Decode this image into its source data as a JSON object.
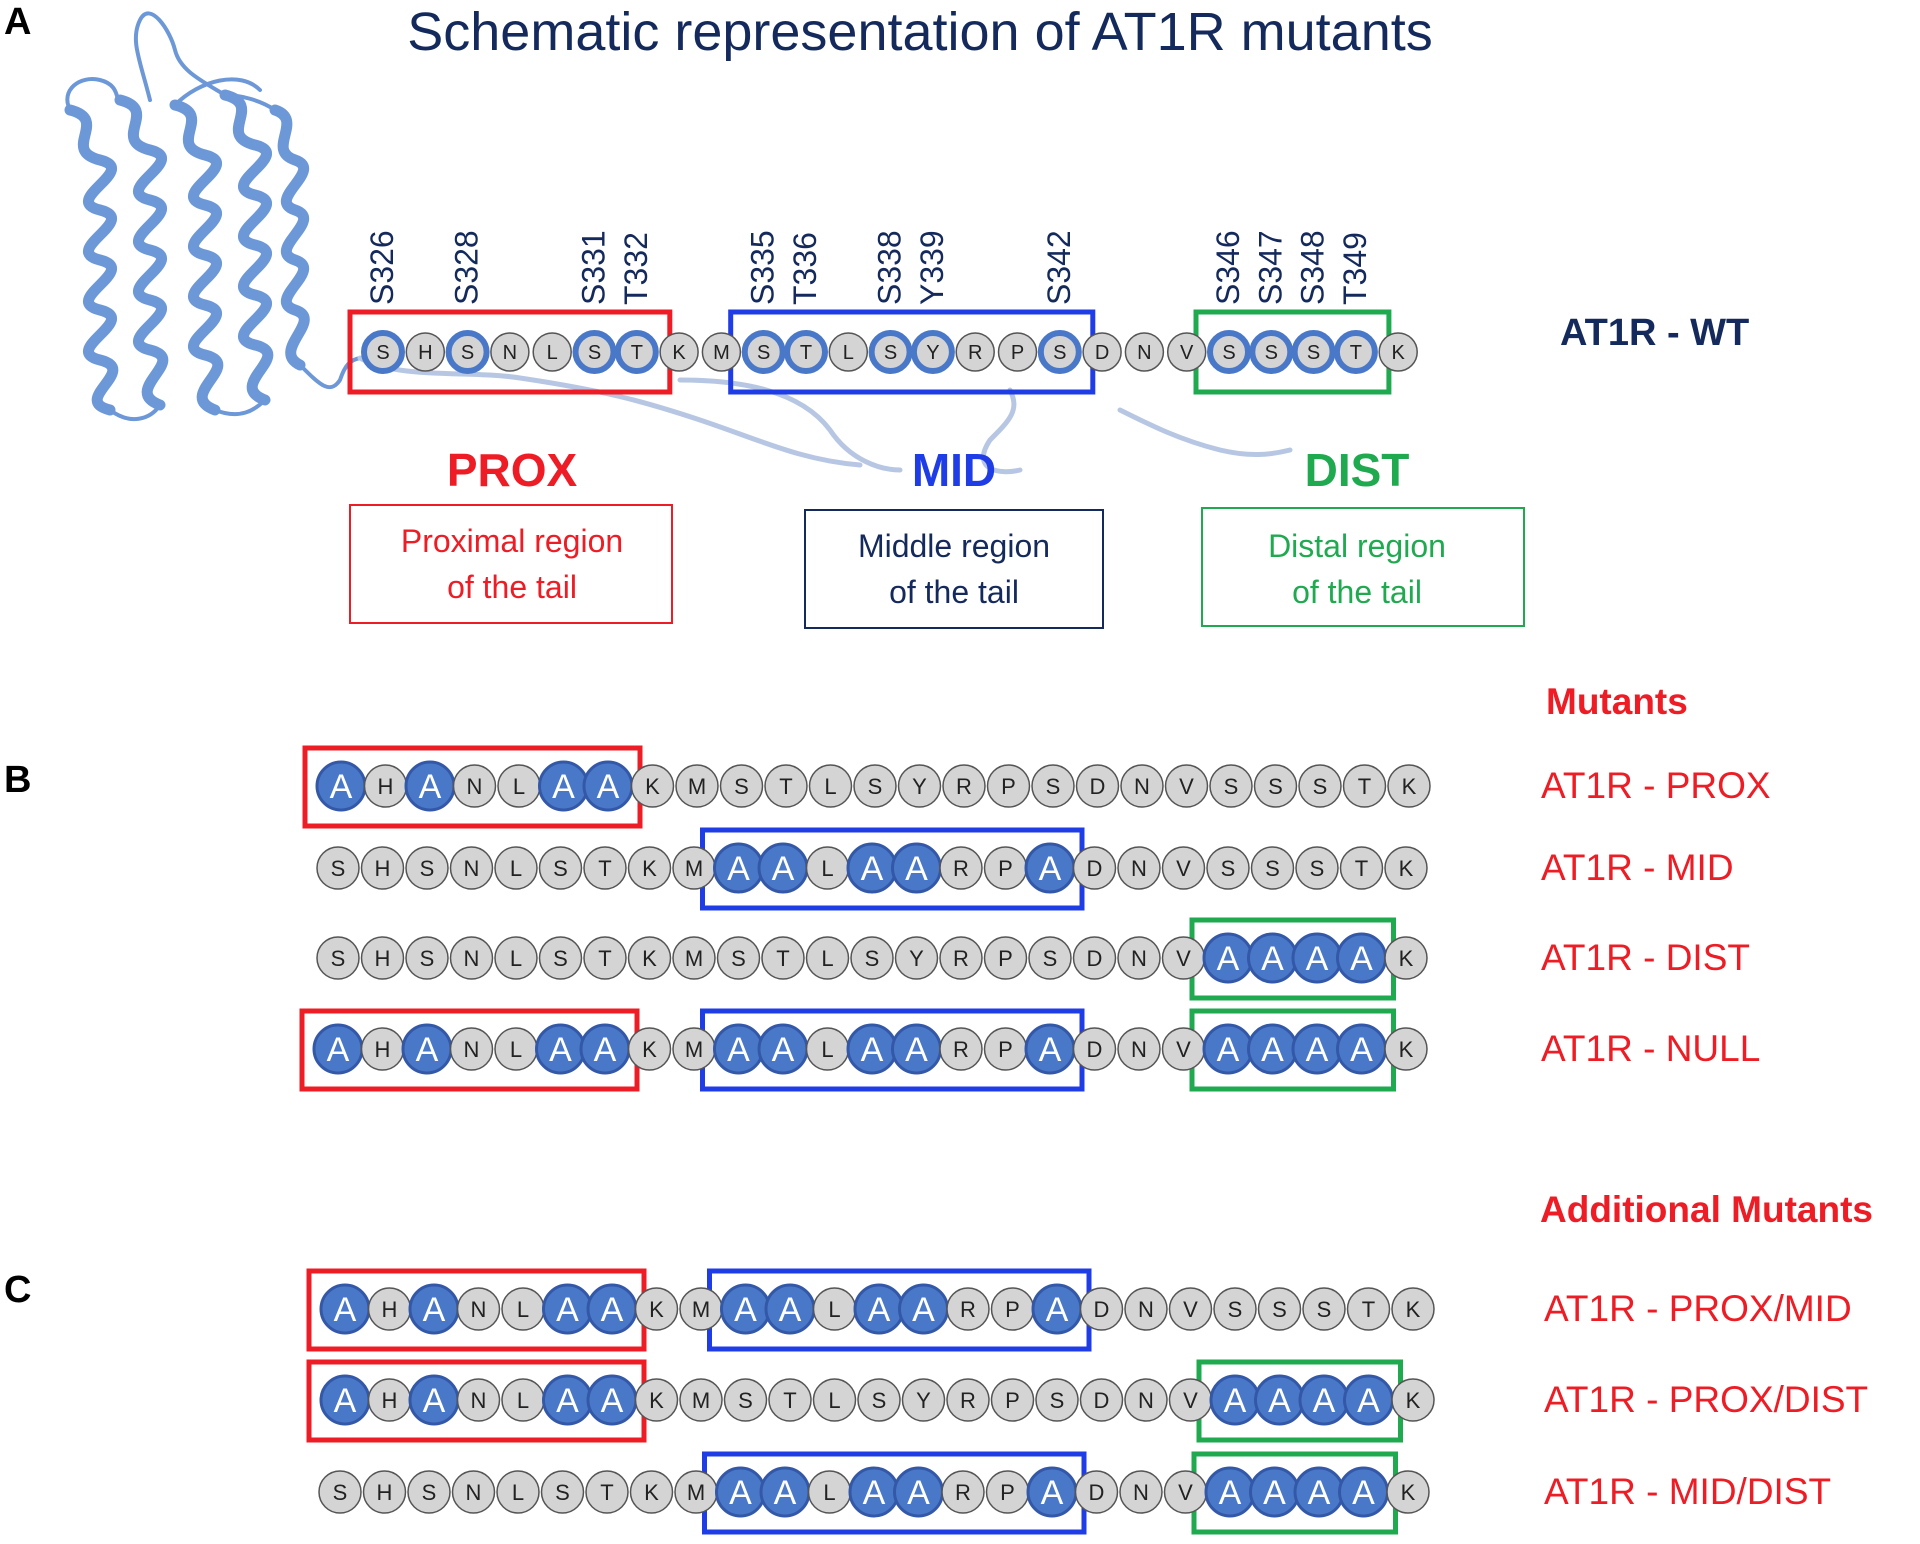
{
  "panel_letters": {
    "a": "A",
    "b": "B",
    "c": "C"
  },
  "title": "Schematic representation of AT1R mutants",
  "wt_sequence": [
    "S",
    "H",
    "S",
    "N",
    "L",
    "S",
    "T",
    "K",
    "M",
    "S",
    "T",
    "L",
    "S",
    "Y",
    "R",
    "P",
    "S",
    "D",
    "N",
    "V",
    "S",
    "S",
    "S",
    "T",
    "K"
  ],
  "site_labels": [
    "S326",
    "S328",
    "S331",
    "T332",
    "S335",
    "T336",
    "S338",
    "Y339",
    "S342",
    "S346",
    "S347",
    "S348",
    "T349"
  ],
  "site_positions": [
    0,
    2,
    5,
    6,
    9,
    10,
    12,
    13,
    16,
    20,
    21,
    22,
    23
  ],
  "wt_label": "AT1R - WT",
  "regions": [
    {
      "key": "prox",
      "name": "PROX",
      "desc_line1": "Proximal region",
      "desc_line2": "of the tail",
      "color": "#ee1c24",
      "start": 0,
      "end": 6
    },
    {
      "key": "mid",
      "name": "MID",
      "desc_line1": "Middle region",
      "desc_line2": "of the tail",
      "color": "#1f3de6",
      "start": 9,
      "end": 16
    },
    {
      "key": "dist",
      "name": "DIST",
      "desc_line1": "Distal region",
      "desc_line2": "of the tail",
      "color": "#1faa50",
      "start": 20,
      "end": 23
    }
  ],
  "colors": {
    "residue_fill": "#d4d4d4",
    "site_fill": "#4a78c8",
    "site_ring": "#3458a8",
    "dark_navy": "#152a5c",
    "mutant_label": "#ee1c24",
    "ribbon": "#6d98d8"
  },
  "mutants_heading": "Mutants",
  "additional_heading": "Additional Mutants",
  "mutants": [
    {
      "label": "AT1R - PROX",
      "regions": [
        "prox"
      ]
    },
    {
      "label": "AT1R - MID",
      "regions": [
        "mid"
      ]
    },
    {
      "label": "AT1R - DIST",
      "regions": [
        "dist"
      ]
    },
    {
      "label": "AT1R - NULL",
      "regions": [
        "prox",
        "mid",
        "dist"
      ]
    }
  ],
  "additional_mutants": [
    {
      "label": "AT1R - PROX/MID",
      "regions": [
        "prox",
        "mid"
      ]
    },
    {
      "label": "AT1R - PROX/DIST",
      "regions": [
        "prox",
        "dist"
      ]
    },
    {
      "label": "AT1R - MID/DIST",
      "regions": [
        "mid",
        "dist"
      ]
    }
  ],
  "mutation_letter": "A"
}
